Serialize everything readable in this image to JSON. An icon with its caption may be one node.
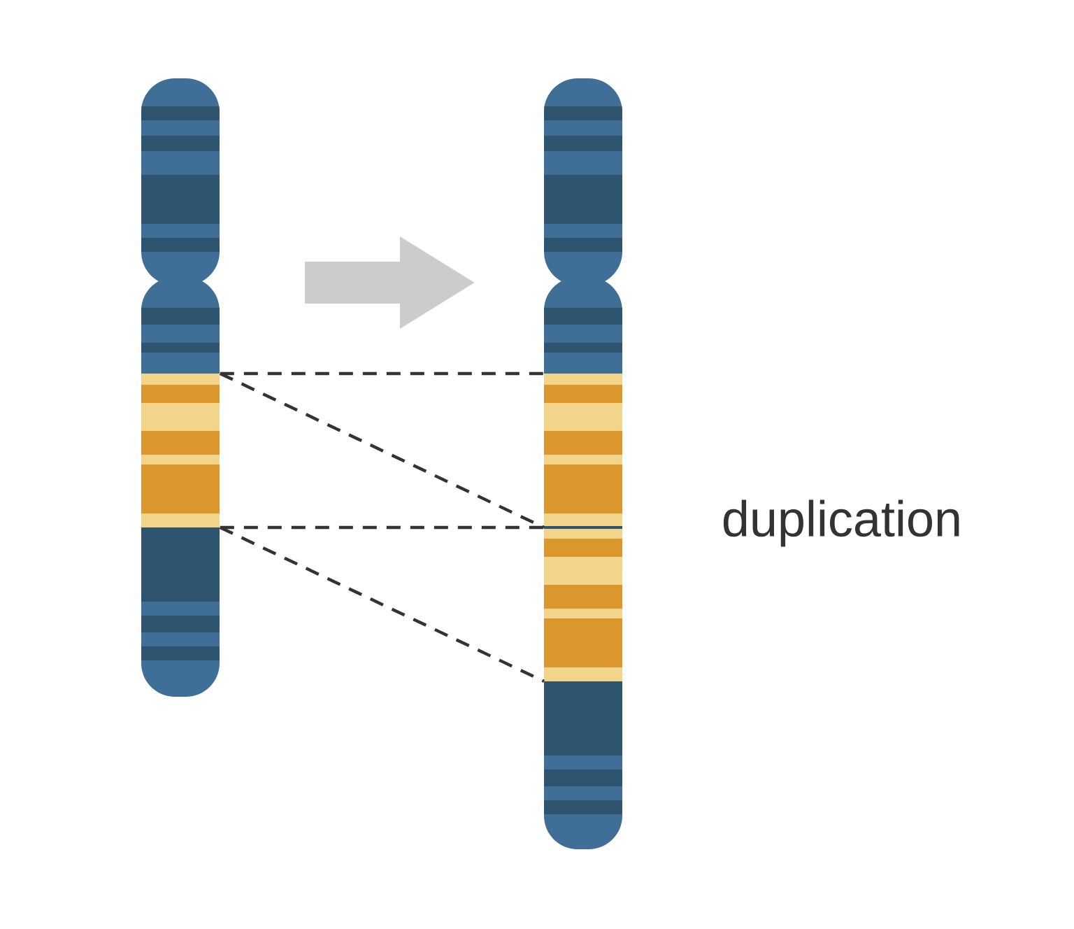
{
  "diagram": {
    "nodes": [
      {
        "text": [],
        "shape": "picture"
      },
      {
        "text": [],
        "shape": "picture"
      }
    ],
    "edges": [
      {
        "from": 0,
        "to": 1,
        "arrow": "none",
        "style": "dashed"
      },
      {
        "from": 0,
        "to": 1,
        "arrow": "none",
        "style": "dashed"
      },
      {
        "from": 0,
        "to": 1,
        "arrow": "none",
        "style": "dashed"
      },
      {
        "from": 0,
        "to": 1,
        "arrow": "none",
        "style": "dashed"
      }
    ],
    "labels": [
      "duplication"
    ]
  }
}
